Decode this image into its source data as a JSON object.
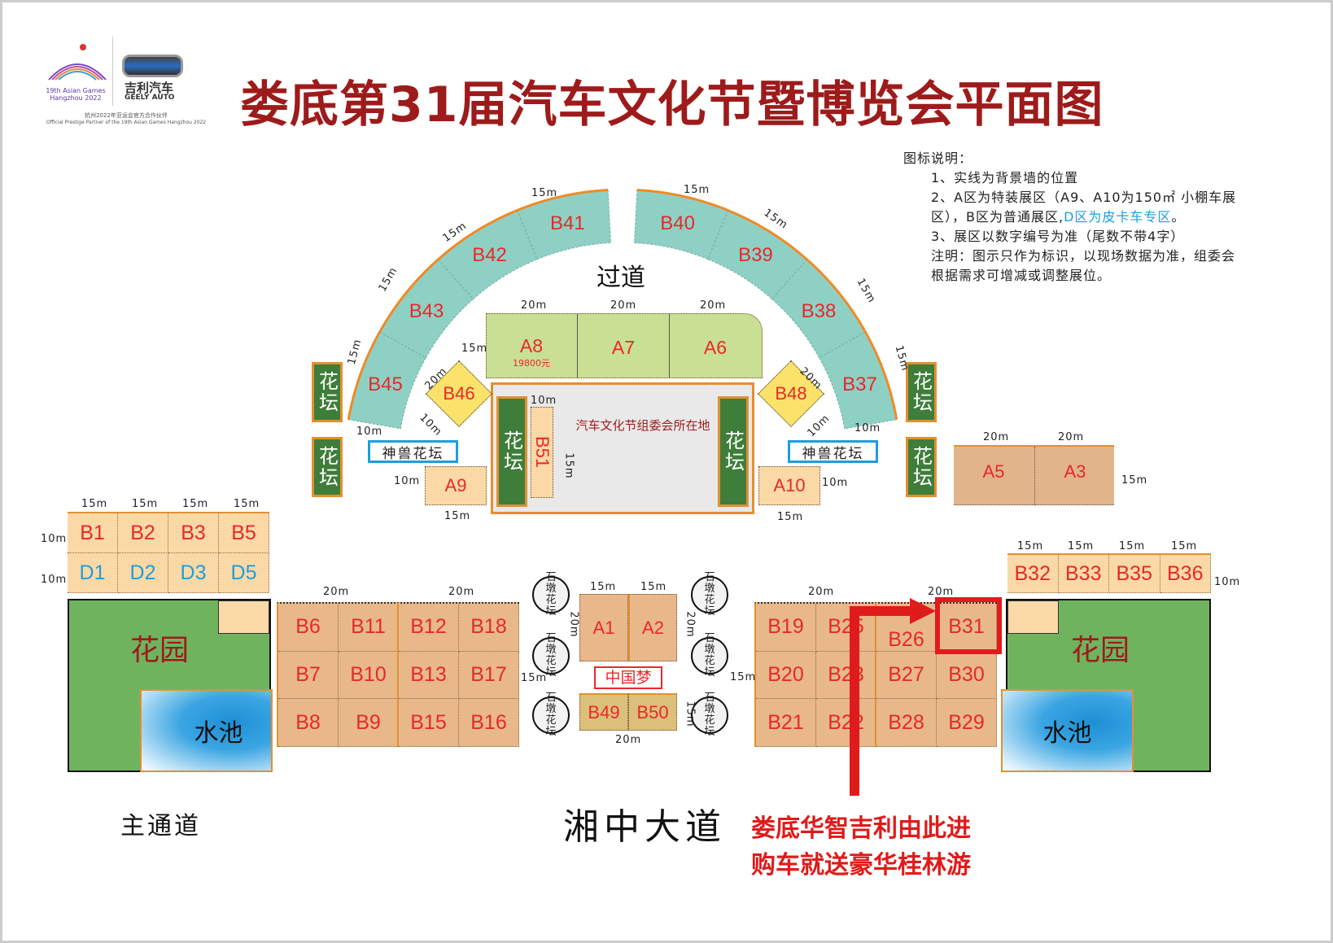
{
  "title": "娄底第31届汽车文化节暨博览会平面图",
  "logos": {
    "asian_games": "19th Asian Games Hangzhou 2022",
    "geely_cn": "吉利汽车",
    "geely_en": "GEELY AUTO",
    "partner_cn": "杭州2022年亚运会官方合作伙伴",
    "partner_en": "Official Prestige Partner of the 19th Asian Games Hangzhou 2022"
  },
  "legend": {
    "heading": "图标说明：",
    "item1": "1、实线为背景墙的位置",
    "item2a": "2、A区为特装展区（A9、A10为150㎡ 小棚车展区），B区为普通展区,",
    "item2b": "D区为皮卡车专区",
    "item2c": "。",
    "item3": "3、展区以数字编号为准（尾数不带4字）",
    "note": "注明：图示只作为标识，以现场数据为准，组委会根据需求可增减或调整展位。"
  },
  "colors": {
    "title": "#9e1b1b",
    "booth_label": "#e8282a",
    "arc": "#8fd0c4",
    "wall": "#f08a24",
    "d_label": "#1a9fe0",
    "garden": "#70b35f"
  },
  "arcs": {
    "left": [
      "B45",
      "B43",
      "B42",
      "B41"
    ],
    "right": [
      "B40",
      "B39",
      "B38",
      "B37"
    ]
  },
  "aisle": "过道",
  "special": {
    "a8": "A8",
    "a8_price": "19800元",
    "a7": "A7",
    "a6": "A6",
    "b46": "B46",
    "b48": "B48",
    "b51": "B51",
    "a9": "A9",
    "a10": "A10",
    "a5": "A5",
    "a3": "A3",
    "a1": "A1",
    "a2": "A2",
    "b49": "B49",
    "b50": "B50"
  },
  "committee": "汽车文化节组委会所在地",
  "planter": "花坛",
  "beast_planter": "神兽花坛",
  "stone_planter": "石墩花坛",
  "china_dream": "中国梦",
  "garden": "花园",
  "pool": "水池",
  "top_left_grid": [
    [
      "B1",
      "B2",
      "B3",
      "B5"
    ],
    [
      "D1",
      "D2",
      "D3",
      "D5"
    ]
  ],
  "right_row": [
    "B32",
    "B33",
    "B35",
    "B36"
  ],
  "left_block": [
    [
      "B6",
      "B11",
      "B12",
      "B18"
    ],
    [
      "B7",
      "B10",
      "B13",
      "B17"
    ],
    [
      "B8",
      "B9",
      "B15",
      "B16"
    ]
  ],
  "right_block": [
    [
      "B19",
      "B25",
      "B26",
      "B31"
    ],
    [
      "B20",
      "B23",
      "B27",
      "B30"
    ],
    [
      "B21",
      "B22",
      "B28",
      "B29"
    ]
  ],
  "main_aisle": "主通道",
  "road": "湘中大道",
  "promo": [
    "娄底华智吉利由此进",
    "购车就送豪华桂林游"
  ],
  "dims": [
    "15m",
    "15m",
    "15m",
    "15m",
    "15m",
    "15m",
    "15m",
    "15m",
    "10m",
    "10m",
    "20m",
    "20m",
    "20m",
    "15m",
    "20m",
    "10m",
    "20m",
    "10m",
    "10m",
    "15m",
    "10m",
    "15m",
    "10m",
    "15m",
    "20m",
    "20m",
    "15m",
    "15m",
    "15m",
    "15m",
    "15m",
    "10m",
    "10m",
    "15m",
    "15m",
    "15m",
    "15m",
    "10m",
    "20m",
    "20m",
    "15m",
    "15m",
    "15m",
    "20m",
    "20m",
    "15m",
    "20m",
    "20m",
    "20m",
    "15m"
  ]
}
